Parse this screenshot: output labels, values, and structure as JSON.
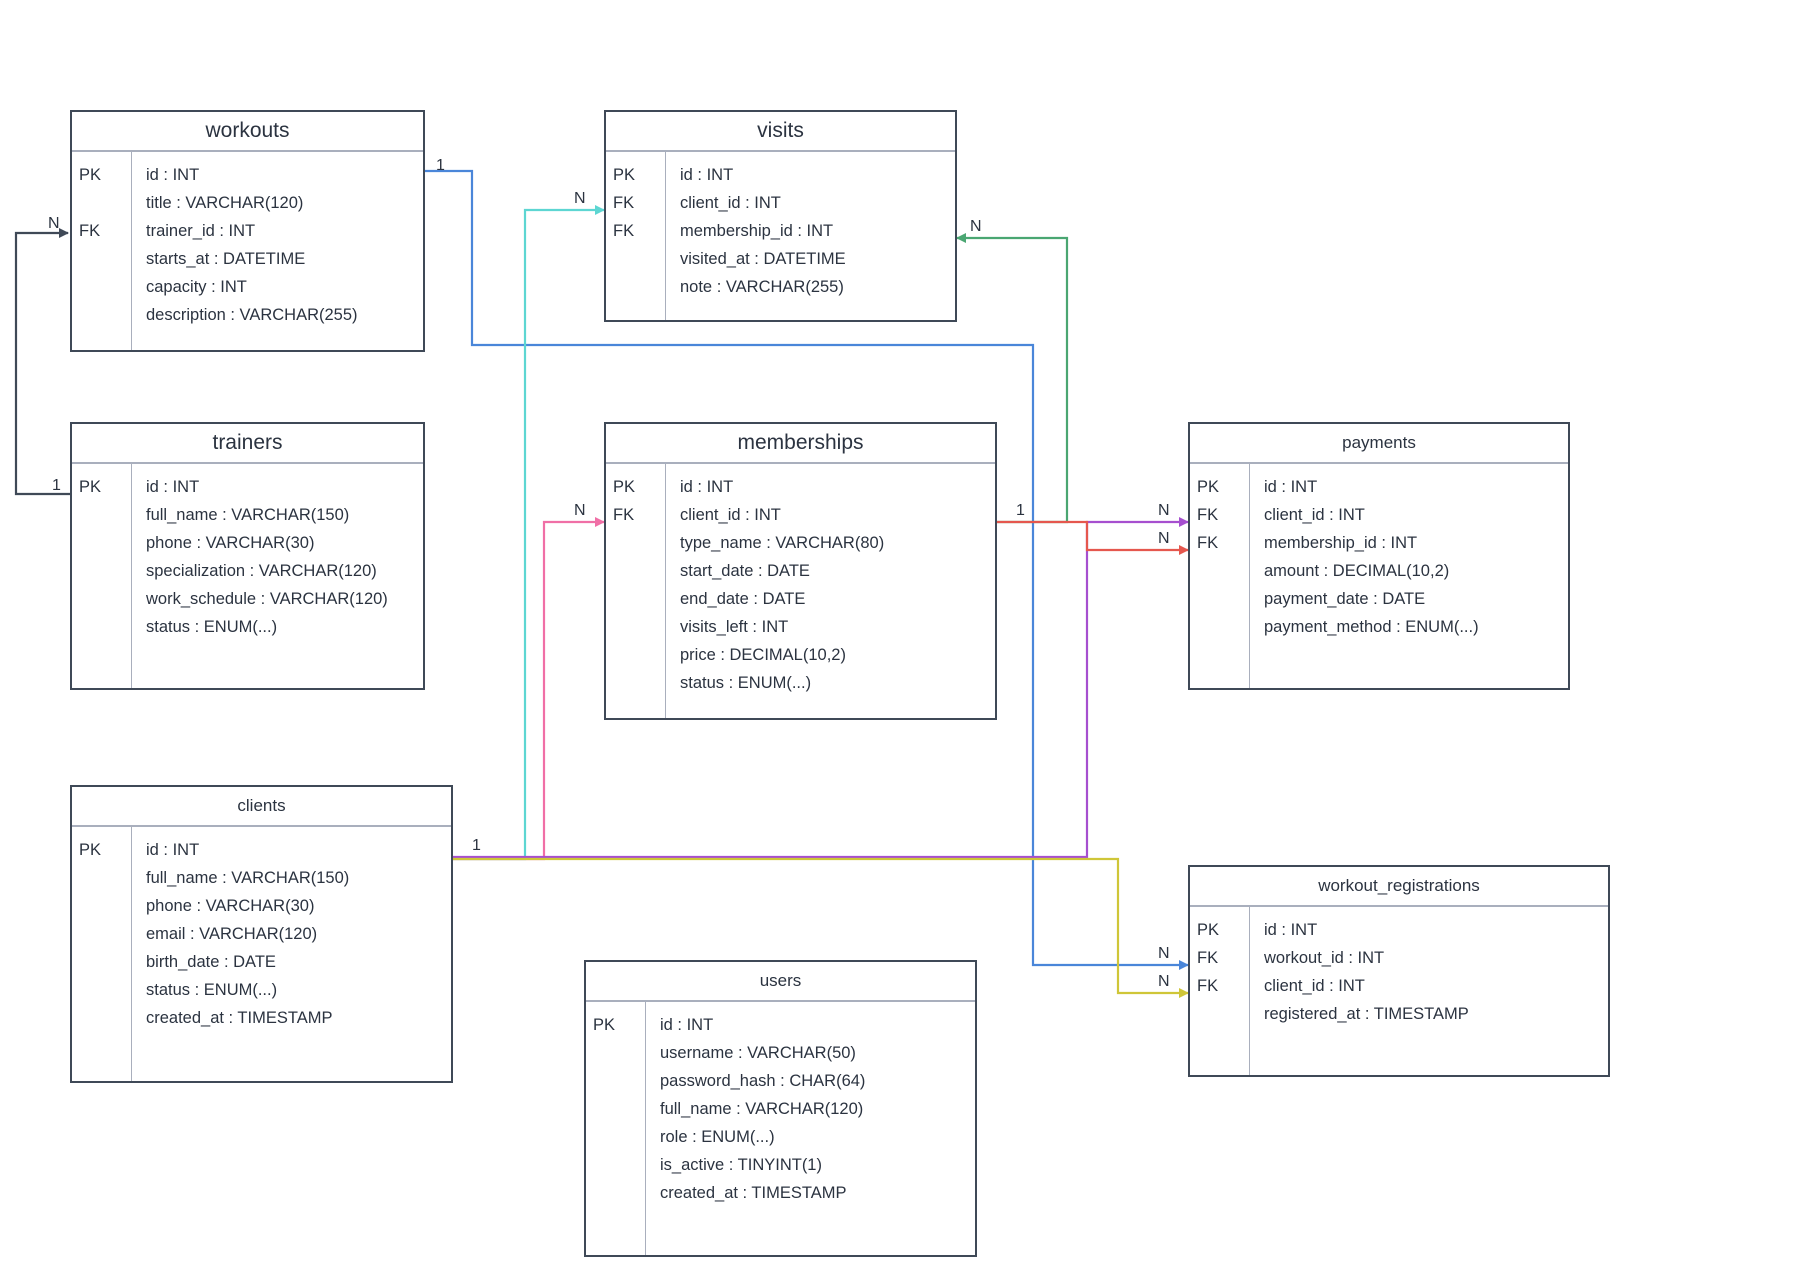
{
  "colors": {
    "border": "#3f4957",
    "divider": "#a9afbd",
    "text": "#2b3340",
    "link_workout_registrations_workout": "#4a86d9",
    "link_visits_client": "#5dd6d2",
    "link_memberships_client": "#f06fa6",
    "link_visits_membership": "#4aa672",
    "link_payments_client": "#a64fcf",
    "link_payments_membership": "#e5574e",
    "link_workout_registrations_client": "#cfc638",
    "link_workouts_trainer": "#3f4957"
  },
  "entities": {
    "workouts": {
      "name": "workouts",
      "rows": [
        {
          "key": "PK",
          "field": "id : INT"
        },
        {
          "key": "",
          "field": "title : VARCHAR(120)"
        },
        {
          "key": "FK",
          "field": "trainer_id : INT"
        },
        {
          "key": "",
          "field": "starts_at : DATETIME"
        },
        {
          "key": "",
          "field": "capacity : INT"
        },
        {
          "key": "",
          "field": "description : VARCHAR(255)"
        }
      ]
    },
    "visits": {
      "name": "visits",
      "rows": [
        {
          "key": "PK",
          "field": "id : INT"
        },
        {
          "key": "FK",
          "field": "client_id : INT"
        },
        {
          "key": "FK",
          "field": "membership_id : INT"
        },
        {
          "key": "",
          "field": "visited_at : DATETIME"
        },
        {
          "key": "",
          "field": "note : VARCHAR(255)"
        }
      ]
    },
    "trainers": {
      "name": "trainers",
      "rows": [
        {
          "key": "PK",
          "field": "id : INT"
        },
        {
          "key": "",
          "field": "full_name : VARCHAR(150)"
        },
        {
          "key": "",
          "field": "phone : VARCHAR(30)"
        },
        {
          "key": "",
          "field": "specialization : VARCHAR(120)"
        },
        {
          "key": "",
          "field": "work_schedule : VARCHAR(120)"
        },
        {
          "key": "",
          "field": "status : ENUM(...)"
        }
      ]
    },
    "memberships": {
      "name": "memberships",
      "rows": [
        {
          "key": "PK",
          "field": "id : INT"
        },
        {
          "key": "FK",
          "field": "client_id : INT"
        },
        {
          "key": "",
          "field": "type_name : VARCHAR(80)"
        },
        {
          "key": "",
          "field": "start_date : DATE"
        },
        {
          "key": "",
          "field": "end_date : DATE"
        },
        {
          "key": "",
          "field": "visits_left : INT"
        },
        {
          "key": "",
          "field": "price : DECIMAL(10,2)"
        },
        {
          "key": "",
          "field": "status : ENUM(...)"
        }
      ]
    },
    "payments": {
      "name": "payments",
      "rows": [
        {
          "key": "PK",
          "field": "id : INT"
        },
        {
          "key": "FK",
          "field": "client_id : INT"
        },
        {
          "key": "FK",
          "field": "membership_id : INT"
        },
        {
          "key": "",
          "field": "amount : DECIMAL(10,2)"
        },
        {
          "key": "",
          "field": "payment_date : DATE"
        },
        {
          "key": "",
          "field": "payment_method : ENUM(...)"
        }
      ]
    },
    "clients": {
      "name": "clients",
      "rows": [
        {
          "key": "PK",
          "field": "id : INT"
        },
        {
          "key": "",
          "field": "full_name : VARCHAR(150)"
        },
        {
          "key": "",
          "field": "phone : VARCHAR(30)"
        },
        {
          "key": "",
          "field": "email : VARCHAR(120)"
        },
        {
          "key": "",
          "field": "birth_date : DATE"
        },
        {
          "key": "",
          "field": "status : ENUM(...)"
        },
        {
          "key": "",
          "field": "created_at : TIMESTAMP"
        }
      ]
    },
    "workout_registrations": {
      "name": "workout_registrations",
      "rows": [
        {
          "key": "PK",
          "field": "id : INT"
        },
        {
          "key": "FK",
          "field": "workout_id : INT"
        },
        {
          "key": "FK",
          "field": "client_id : INT"
        },
        {
          "key": "",
          "field": "registered_at : TIMESTAMP"
        }
      ]
    },
    "users": {
      "name": "users",
      "rows": [
        {
          "key": "PK",
          "field": "id : INT"
        },
        {
          "key": "",
          "field": "username : VARCHAR(50)"
        },
        {
          "key": "",
          "field": "password_hash : CHAR(64)"
        },
        {
          "key": "",
          "field": "full_name : VARCHAR(120)"
        },
        {
          "key": "",
          "field": "role : ENUM(...)"
        },
        {
          "key": "",
          "field": "is_active : TINYINT(1)"
        },
        {
          "key": "",
          "field": "created_at : TIMESTAMP"
        }
      ]
    }
  },
  "relationships": [
    {
      "from": "workouts",
      "to": "workout_registrations",
      "from_card": "1",
      "to_card": "N",
      "color_key": "link_workout_registrations_workout"
    },
    {
      "from": "trainers",
      "to": "workouts",
      "from_card": "1",
      "to_card": "N",
      "color_key": "link_workouts_trainer"
    },
    {
      "from": "clients",
      "to": "visits",
      "from_card": "1",
      "to_card": "N",
      "color_key": "link_visits_client"
    },
    {
      "from": "clients",
      "to": "memberships",
      "from_card": "1",
      "to_card": "N",
      "color_key": "link_memberships_client"
    },
    {
      "from": "clients",
      "to": "payments",
      "from_card": "1",
      "to_card": "N",
      "color_key": "link_payments_client"
    },
    {
      "from": "clients",
      "to": "workout_registrations",
      "from_card": "1",
      "to_card": "N",
      "color_key": "link_workout_registrations_client"
    },
    {
      "from": "memberships",
      "to": "visits",
      "from_card": "1",
      "to_card": "N",
      "color_key": "link_visits_membership"
    },
    {
      "from": "memberships",
      "to": "payments",
      "from_card": "1",
      "to_card": "N",
      "color_key": "link_payments_membership"
    }
  ]
}
